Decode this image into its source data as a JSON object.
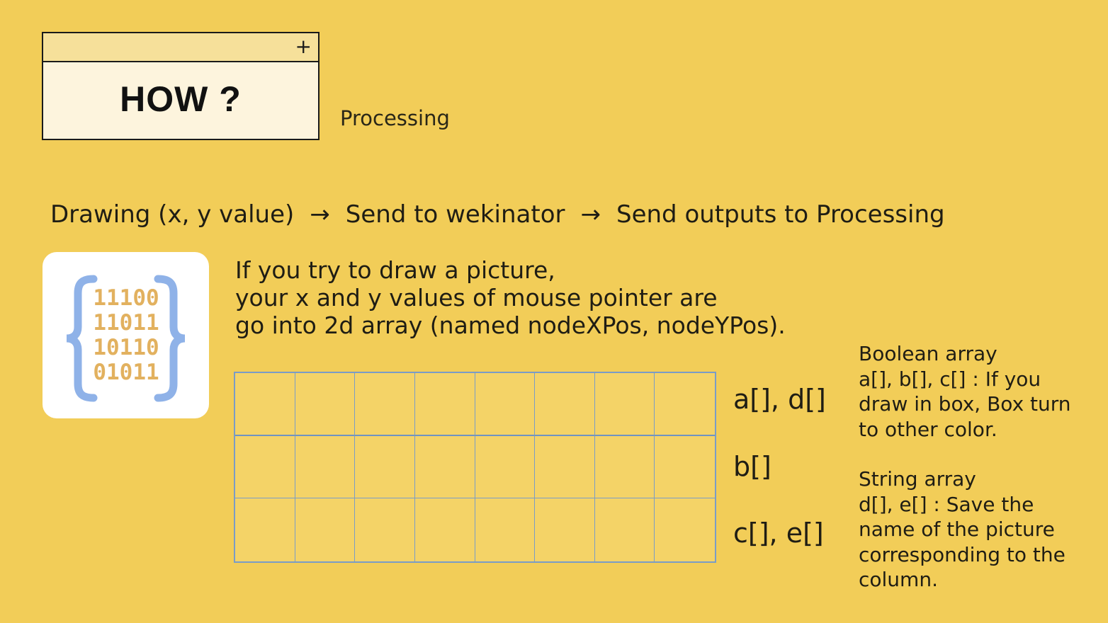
{
  "title_card": {
    "title": "HOW ?",
    "plus_icon": "+"
  },
  "subtitle": "Processing",
  "flow": {
    "step1": "Drawing (x, y value)",
    "arrow": "→",
    "step2": "Send to wekinator",
    "step3": "Send outputs to Processing"
  },
  "icon": {
    "name": "binary-code-icon"
  },
  "description": {
    "line1": "If you try to draw a picture,",
    "line2": "your x and y values of mouse pointer are",
    "line3": "go into 2d array (named nodeXPos, nodeYPos)."
  },
  "grid": {
    "rows": 3,
    "cols": 8
  },
  "row_labels": [
    "a[], d[]",
    "b[]",
    "c[], e[]"
  ],
  "notes": {
    "boolean_title": "Boolean array",
    "boolean_lines": [
      "a[], b[], c[] : If you",
      "draw in box, Box turn",
      "to other color."
    ],
    "string_title": "String array",
    "string_lines": [
      "d[], e[] : Save the",
      "name of the picture",
      "corresponding to the",
      "column."
    ]
  },
  "colors": {
    "background": "#f2cd58",
    "grid_line": "#7a9cc6",
    "icon_blue": "#8fb2e8",
    "icon_orange": "#e2b15f"
  }
}
